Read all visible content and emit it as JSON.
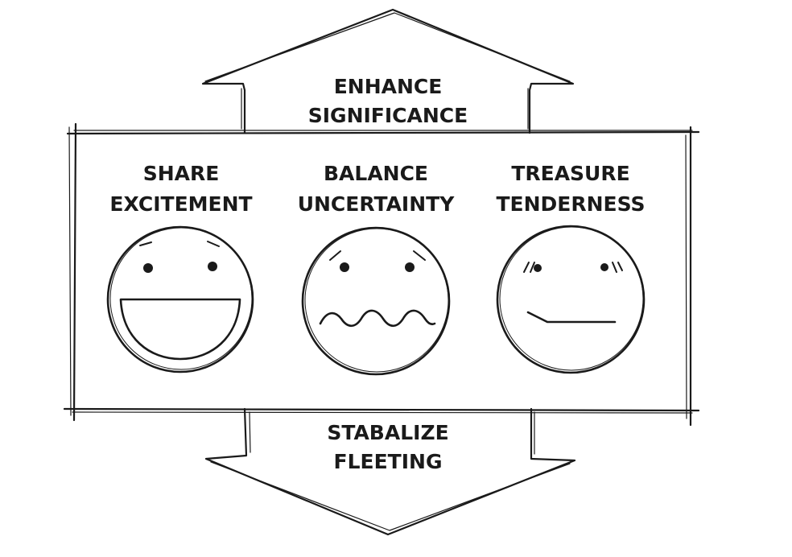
{
  "top_arrow": {
    "line1": "ENHANCE",
    "line2": "SIGNIFICANCE"
  },
  "bottom_arrow": {
    "line1": "STABALIZE",
    "line2": "FLEETING"
  },
  "columns": [
    {
      "line1": "SHARE",
      "line2": "EXCITEMENT",
      "face": "laughing-face-icon"
    },
    {
      "line1": "BALANCE",
      "line2": "UNCERTAINTY",
      "face": "anxious-face-icon"
    },
    {
      "line1": "TREASURE",
      "line2": "TENDERNESS",
      "face": "smirking-face-icon"
    }
  ],
  "ink_color": "#1a1a1a"
}
